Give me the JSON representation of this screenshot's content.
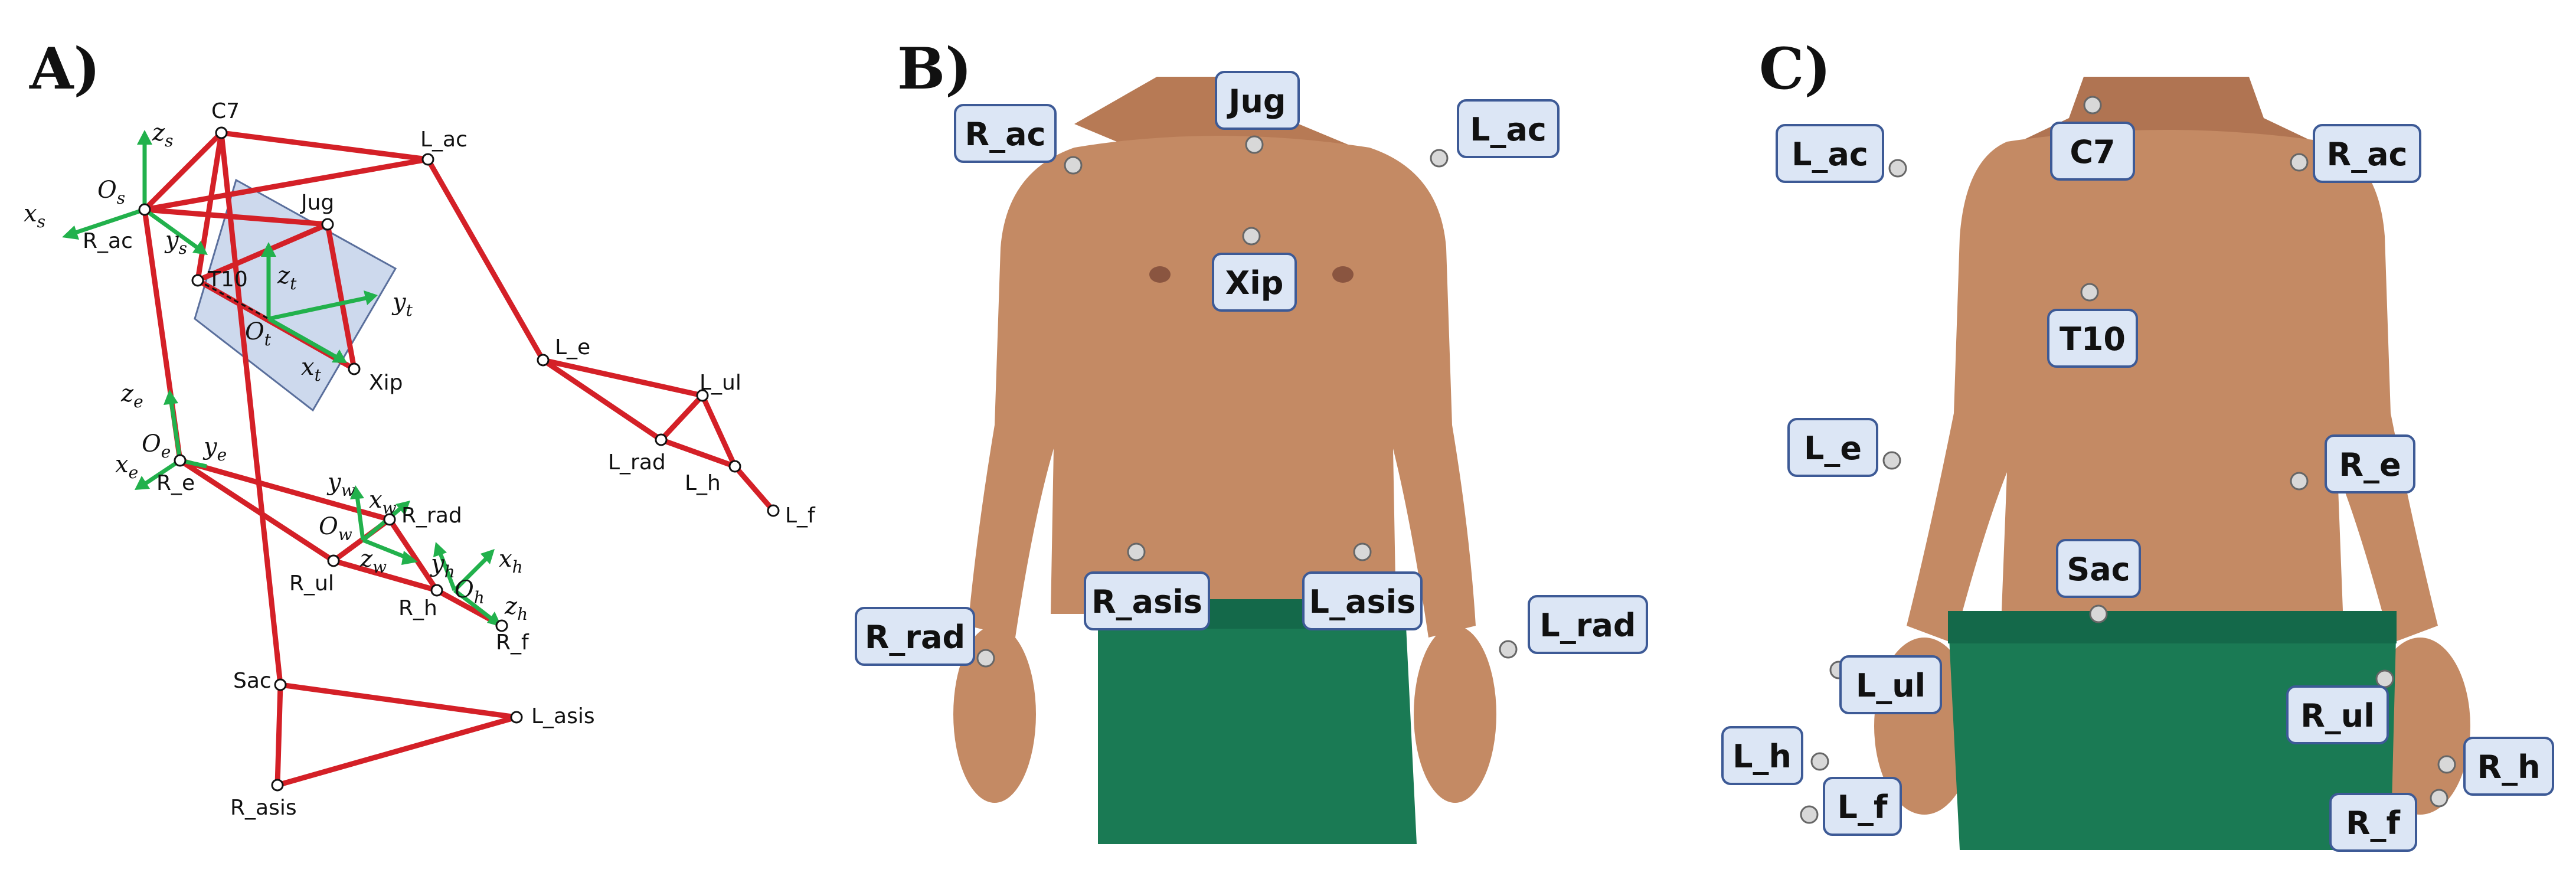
{
  "panels": {
    "a": "A)",
    "b": "B)",
    "c": "C)"
  },
  "model": {
    "markers": {
      "c7": "C7",
      "l_ac": "L_ac",
      "jug": "Jug",
      "r_ac": "R_ac",
      "t10": "T10",
      "xip": "Xip",
      "l_e": "L_e",
      "l_ul": "L_ul",
      "l_rad": "L_rad",
      "l_h": "L_h",
      "l_f": "L_f",
      "r_e": "R_e",
      "r_rad": "R_rad",
      "r_ul": "R_ul",
      "r_h": "R_h",
      "r_f": "R_f",
      "sac": "Sac",
      "l_asis": "L_asis",
      "r_asis": "R_asis"
    },
    "frames": {
      "s": {
        "o": "O",
        "x": "x",
        "y": "y",
        "z": "z",
        "sub": "s"
      },
      "t": {
        "o": "O",
        "x": "x",
        "y": "y",
        "z": "z",
        "sub": "t"
      },
      "e": {
        "o": "O",
        "x": "x",
        "y": "y",
        "z": "z",
        "sub": "e"
      },
      "w": {
        "o": "O",
        "x": "x",
        "y": "y",
        "z": "z",
        "sub": "w"
      },
      "h": {
        "o": "O",
        "x": "x",
        "y": "y",
        "z": "z",
        "sub": "h"
      }
    }
  },
  "front": {
    "tags": {
      "jug": "Jug",
      "r_ac": "R_ac",
      "l_ac": "L_ac",
      "xip": "Xip",
      "r_asis": "R_asis",
      "l_asis": "L_asis",
      "r_rad": "R_rad",
      "l_rad": "L_rad"
    }
  },
  "back": {
    "tags": {
      "c7": "C7",
      "l_ac": "L_ac",
      "r_ac": "R_ac",
      "t10": "T10",
      "l_e": "L_e",
      "r_e": "R_e",
      "sac": "Sac",
      "l_ul": "L_ul",
      "r_ul": "R_ul",
      "l_h": "L_h",
      "r_h": "R_h",
      "l_f": "L_f",
      "r_f": "R_f"
    }
  },
  "colors": {
    "segment": "#d42027",
    "axis": "#22b14c",
    "plane": "#b8c9e6",
    "tag_fill": "#dce6f5",
    "tag_border": "#3d5a96",
    "skin": "#c48a64",
    "shorts": "#1a7a54"
  }
}
